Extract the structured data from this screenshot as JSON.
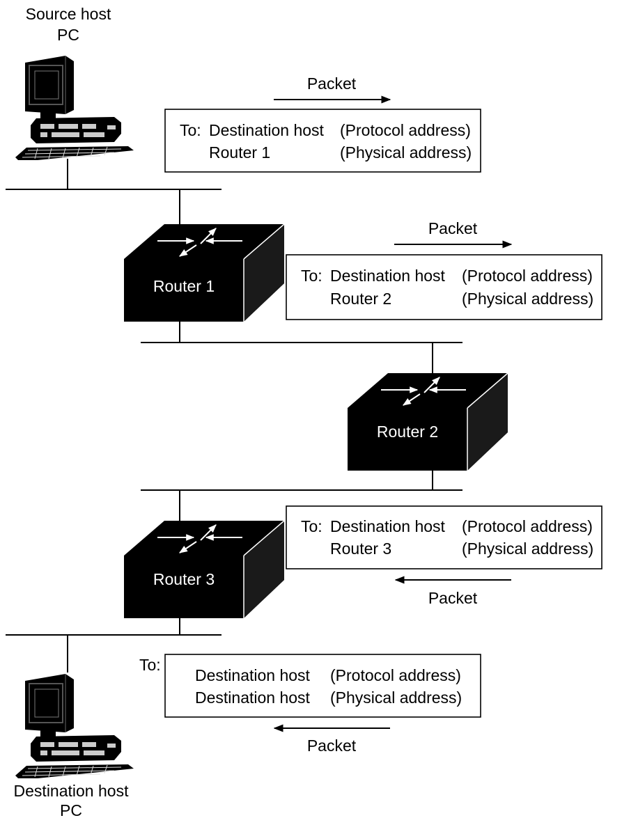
{
  "source_host": {
    "line1": "Source host",
    "line2": "PC"
  },
  "destination_host": {
    "line1": "Destination host",
    "line2": "PC"
  },
  "routers": [
    {
      "label": "Router 1"
    },
    {
      "label": "Router 2"
    },
    {
      "label": "Router 3"
    }
  ],
  "packet_label": "Packet",
  "frames": [
    {
      "to": "To:",
      "protocol_target": "Destination host",
      "protocol_label": "(Protocol address)",
      "physical_target": "Router 1",
      "physical_label": "(Physical address)"
    },
    {
      "to": "To:",
      "protocol_target": "Destination host",
      "protocol_label": "(Protocol address)",
      "physical_target": "Router 2",
      "physical_label": "(Physical address)"
    },
    {
      "to": "To:",
      "protocol_target": "Destination host",
      "protocol_label": "(Protocol address)",
      "physical_target": "Router 3",
      "physical_label": "(Physical address)"
    },
    {
      "to": "To:",
      "protocol_target": "Destination host",
      "protocol_label": "(Protocol address)",
      "physical_target": "Destination host",
      "physical_label": "(Physical address)"
    }
  ]
}
